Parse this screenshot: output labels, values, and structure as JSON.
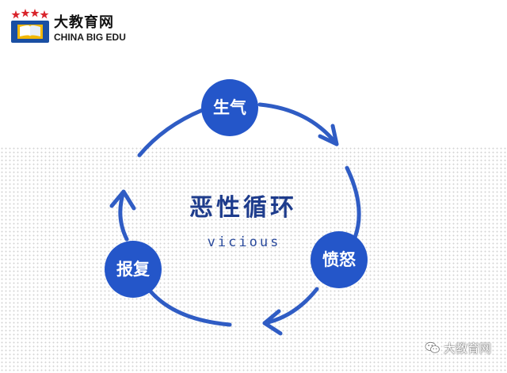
{
  "logo": {
    "name": "大教育网",
    "subtitle": "CHINA BIG EDU"
  },
  "diagram": {
    "title": "恶性循环",
    "subtitle": "vicious",
    "nodes": [
      {
        "label": "生气"
      },
      {
        "label": "愤怒"
      },
      {
        "label": "报复"
      }
    ]
  },
  "watermark": {
    "text": "大教育网",
    "icon": "wechat-icon"
  },
  "colors": {
    "node_fill": "#2456c9",
    "arrow": "#2f5cc4",
    "title": "#1e3c8c"
  }
}
